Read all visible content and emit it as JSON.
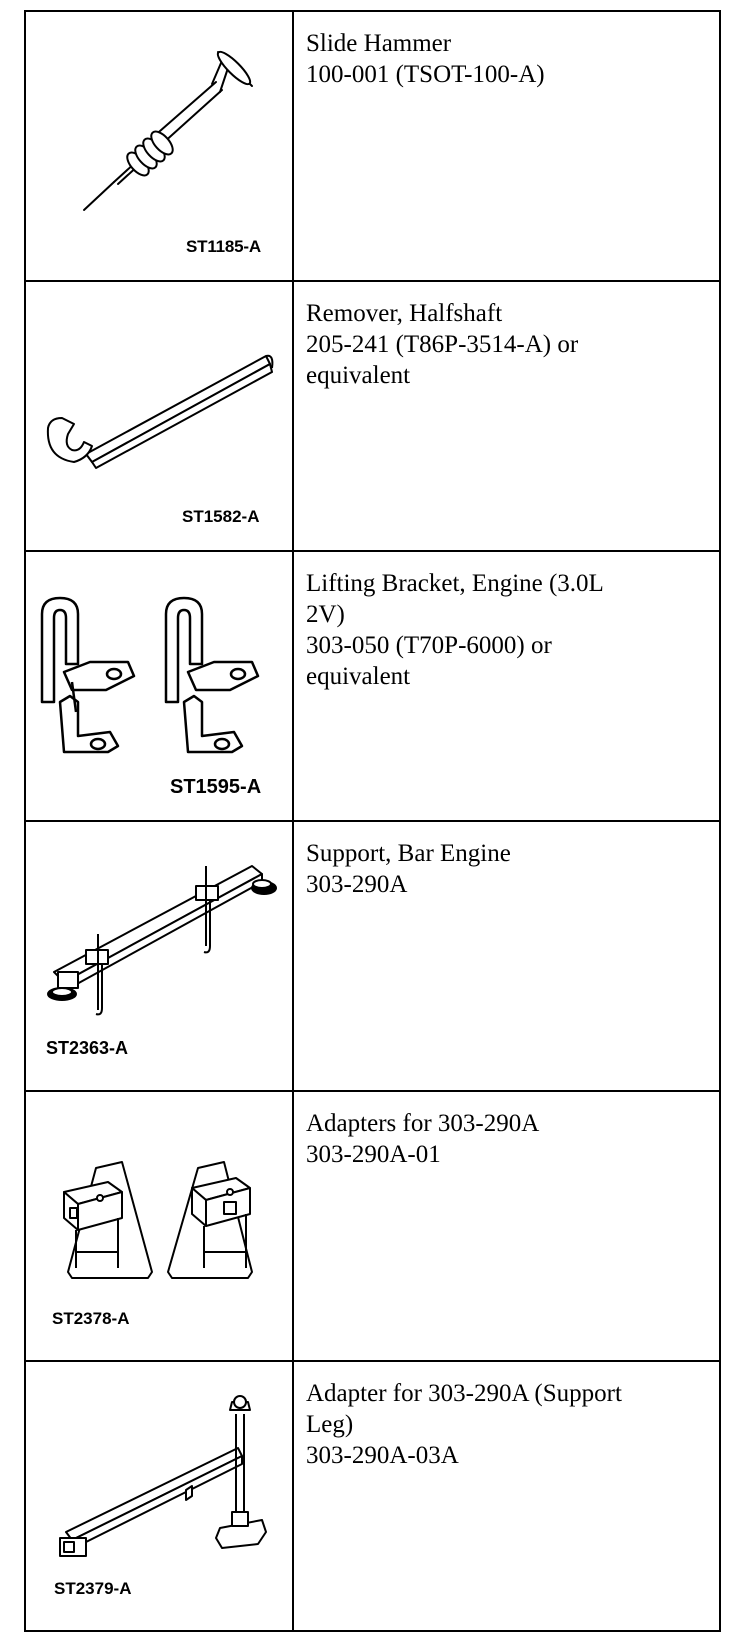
{
  "tools": [
    {
      "code": "ST1185-A",
      "lines": [
        "Slide Hammer",
        "100-001 (TSOT-100-A)"
      ]
    },
    {
      "code": "ST1582-A",
      "lines": [
        "Remover, Halfshaft",
        "205-241 (T86P-3514-A) or",
        "equivalent"
      ]
    },
    {
      "code": "ST1595-A",
      "lines": [
        "Lifting Bracket, Engine (3.0L",
        "2V)",
        "303-050 (T70P-6000) or",
        "equivalent"
      ]
    },
    {
      "code": "ST2363-A",
      "lines": [
        "Support, Bar Engine",
        "303-290A"
      ]
    },
    {
      "code": "ST2378-A",
      "lines": [
        "Adapters for 303-290A",
        "303-290A-01"
      ]
    },
    {
      "code": "ST2379-A",
      "lines": [
        "Adapter for 303-290A (Support",
        "Leg)",
        "303-290A-03A"
      ]
    }
  ]
}
